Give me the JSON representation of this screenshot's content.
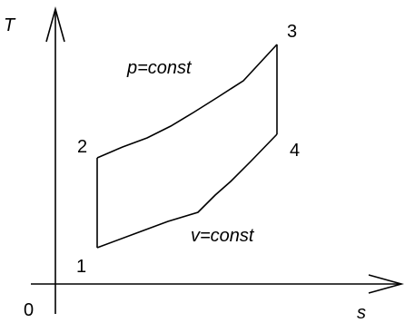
{
  "diagram": {
    "axis_y_label": "T",
    "axis_x_label": "s",
    "origin_label": "0",
    "points": [
      "1",
      "2",
      "3",
      "4"
    ],
    "process_isobar_label": "p=const",
    "process_isochore_label": "v=const"
  }
}
